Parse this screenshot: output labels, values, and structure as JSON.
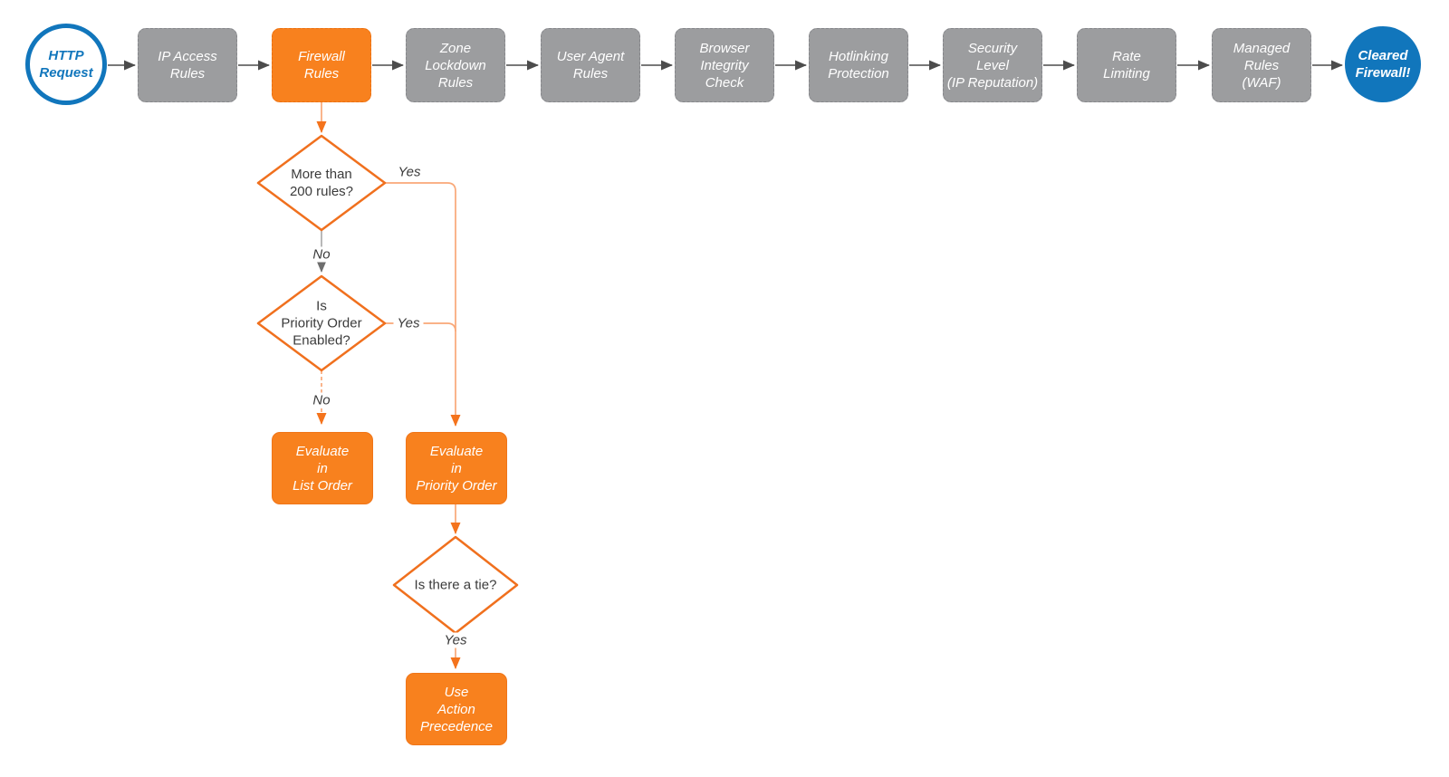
{
  "diagram": {
    "start_node": {
      "label": "HTTP\nRequest"
    },
    "end_node": {
      "label": "Cleared\nFirewall!"
    },
    "pipeline": [
      {
        "id": "ip-access-rules",
        "label": "IP Access\nRules",
        "state": "default"
      },
      {
        "id": "firewall-rules",
        "label": "Firewall\nRules",
        "state": "active"
      },
      {
        "id": "zone-lockdown-rules",
        "label": "Zone\nLockdown\nRules",
        "state": "default"
      },
      {
        "id": "user-agent-rules",
        "label": "User Agent\nRules",
        "state": "default"
      },
      {
        "id": "browser-integrity-check",
        "label": "Browser\nIntegrity\nCheck",
        "state": "default"
      },
      {
        "id": "hotlinking-protection",
        "label": "Hotlinking\nProtection",
        "state": "default"
      },
      {
        "id": "security-level",
        "label": "Security\nLevel\n(IP Reputation)",
        "state": "default"
      },
      {
        "id": "rate-limiting",
        "label": "Rate\nLimiting",
        "state": "default"
      },
      {
        "id": "managed-rules-waf",
        "label": "Managed\nRules\n(WAF)",
        "state": "default"
      }
    ],
    "decisions": [
      {
        "id": "more-than-200-rules",
        "label": "More than\n200 rules?"
      },
      {
        "id": "priority-order-enabled",
        "label": "Is\nPriority Order\nEnabled?"
      },
      {
        "id": "is-there-a-tie",
        "label": "Is there a tie?"
      }
    ],
    "actions": [
      {
        "id": "evaluate-in-list-order",
        "label": "Evaluate\nin\nList Order"
      },
      {
        "id": "evaluate-in-priority-order",
        "label": "Evaluate\nin\nPriority Order"
      },
      {
        "id": "use-action-precedence",
        "label": "Use\nAction\nPrecedence"
      }
    ],
    "edge_labels": {
      "d1_yes": "Yes",
      "d1_no": "No",
      "d2_yes": "Yes",
      "d2_no": "No",
      "d3_yes": "Yes"
    },
    "colors": {
      "orange_fill": "#f8811e",
      "orange_stroke": "#f0701e",
      "orange_line": "#f9a878",
      "gray_fill": "#9c9d9f",
      "gray_stroke": "#85868a",
      "blue": "#1176bc",
      "dark_line": "#4c4c4c",
      "decision_text": "#3b3b3b",
      "node_text": "#ffffff"
    }
  }
}
